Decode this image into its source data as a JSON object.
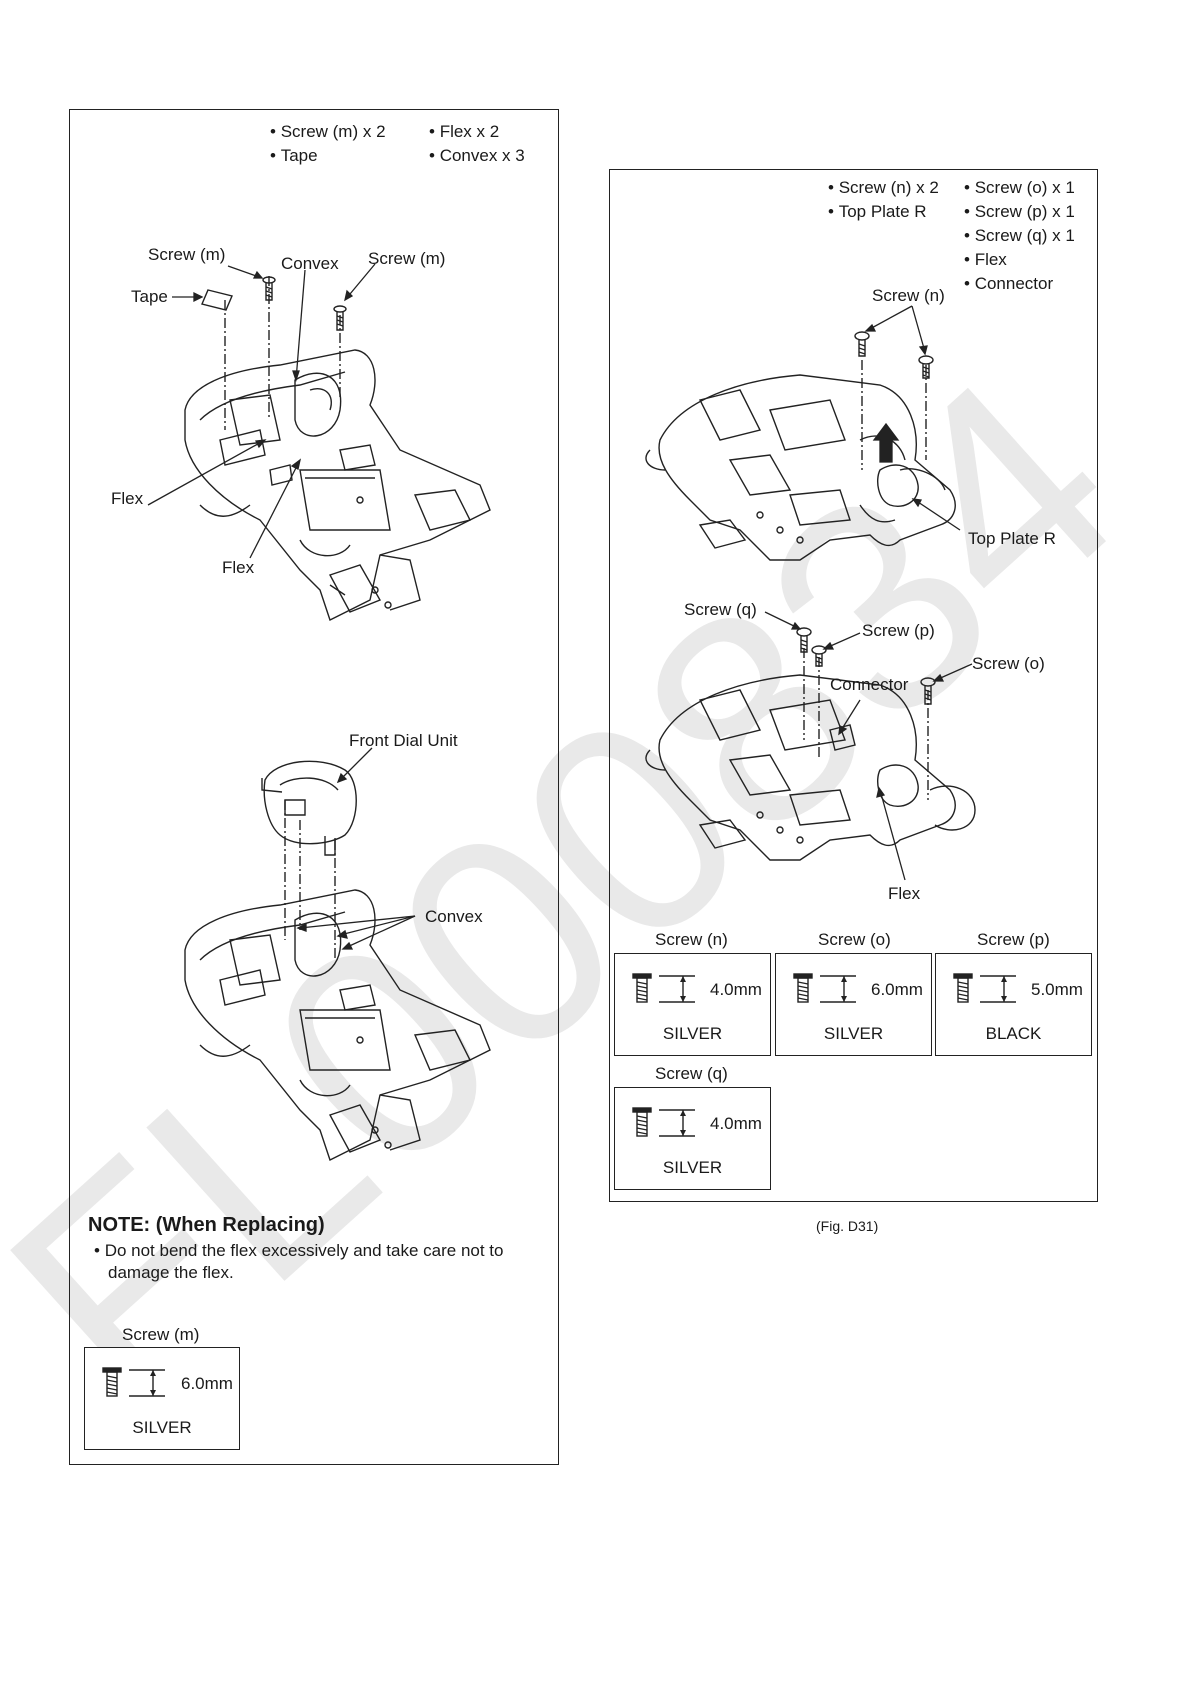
{
  "left_panel": {
    "parts_list": {
      "col1": [
        "Screw (m) x 2",
        "Tape"
      ],
      "col2": [
        "Flex x 2",
        "Convex x 3"
      ]
    },
    "labels": {
      "screw_m_left": "Screw (m)",
      "convex_top": "Convex",
      "screw_m_right": "Screw (m)",
      "tape": "Tape",
      "flex_left": "Flex",
      "flex_bottom": "Flex",
      "front_dial_unit": "Front Dial Unit",
      "convex_lower": "Convex"
    },
    "note": {
      "title": "NOTE: (When Replacing)",
      "text": "Do not bend the flex excessively and take care not to damage the flex."
    },
    "screw_spec": {
      "title": "Screw (m)",
      "length": "6.0mm",
      "color": "SILVER"
    }
  },
  "right_panel": {
    "parts_list": {
      "col1": [
        "Screw (n) x 2",
        "Top Plate R"
      ],
      "col2": [
        "Screw (o) x 1",
        "Screw (p) x 1",
        "Screw (q) x 1",
        "Flex",
        "Connector"
      ]
    },
    "labels": {
      "screw_n": "Screw (n)",
      "top_plate_r": "Top Plate R",
      "screw_q": "Screw (q)",
      "screw_p": "Screw (p)",
      "screw_o": "Screw (o)",
      "connector": "Connector",
      "flex": "Flex"
    },
    "screw_specs": [
      {
        "title": "Screw (n)",
        "length": "4.0mm",
        "color": "SILVER"
      },
      {
        "title": "Screw (o)",
        "length": "6.0mm",
        "color": "SILVER"
      },
      {
        "title": "Screw (p)",
        "length": "5.0mm",
        "color": "BLACK"
      },
      {
        "title": "Screw (q)",
        "length": "4.0mm",
        "color": "SILVER"
      }
    ]
  },
  "figure_caption": "(Fig. D31)",
  "watermark_text": "FL000834"
}
